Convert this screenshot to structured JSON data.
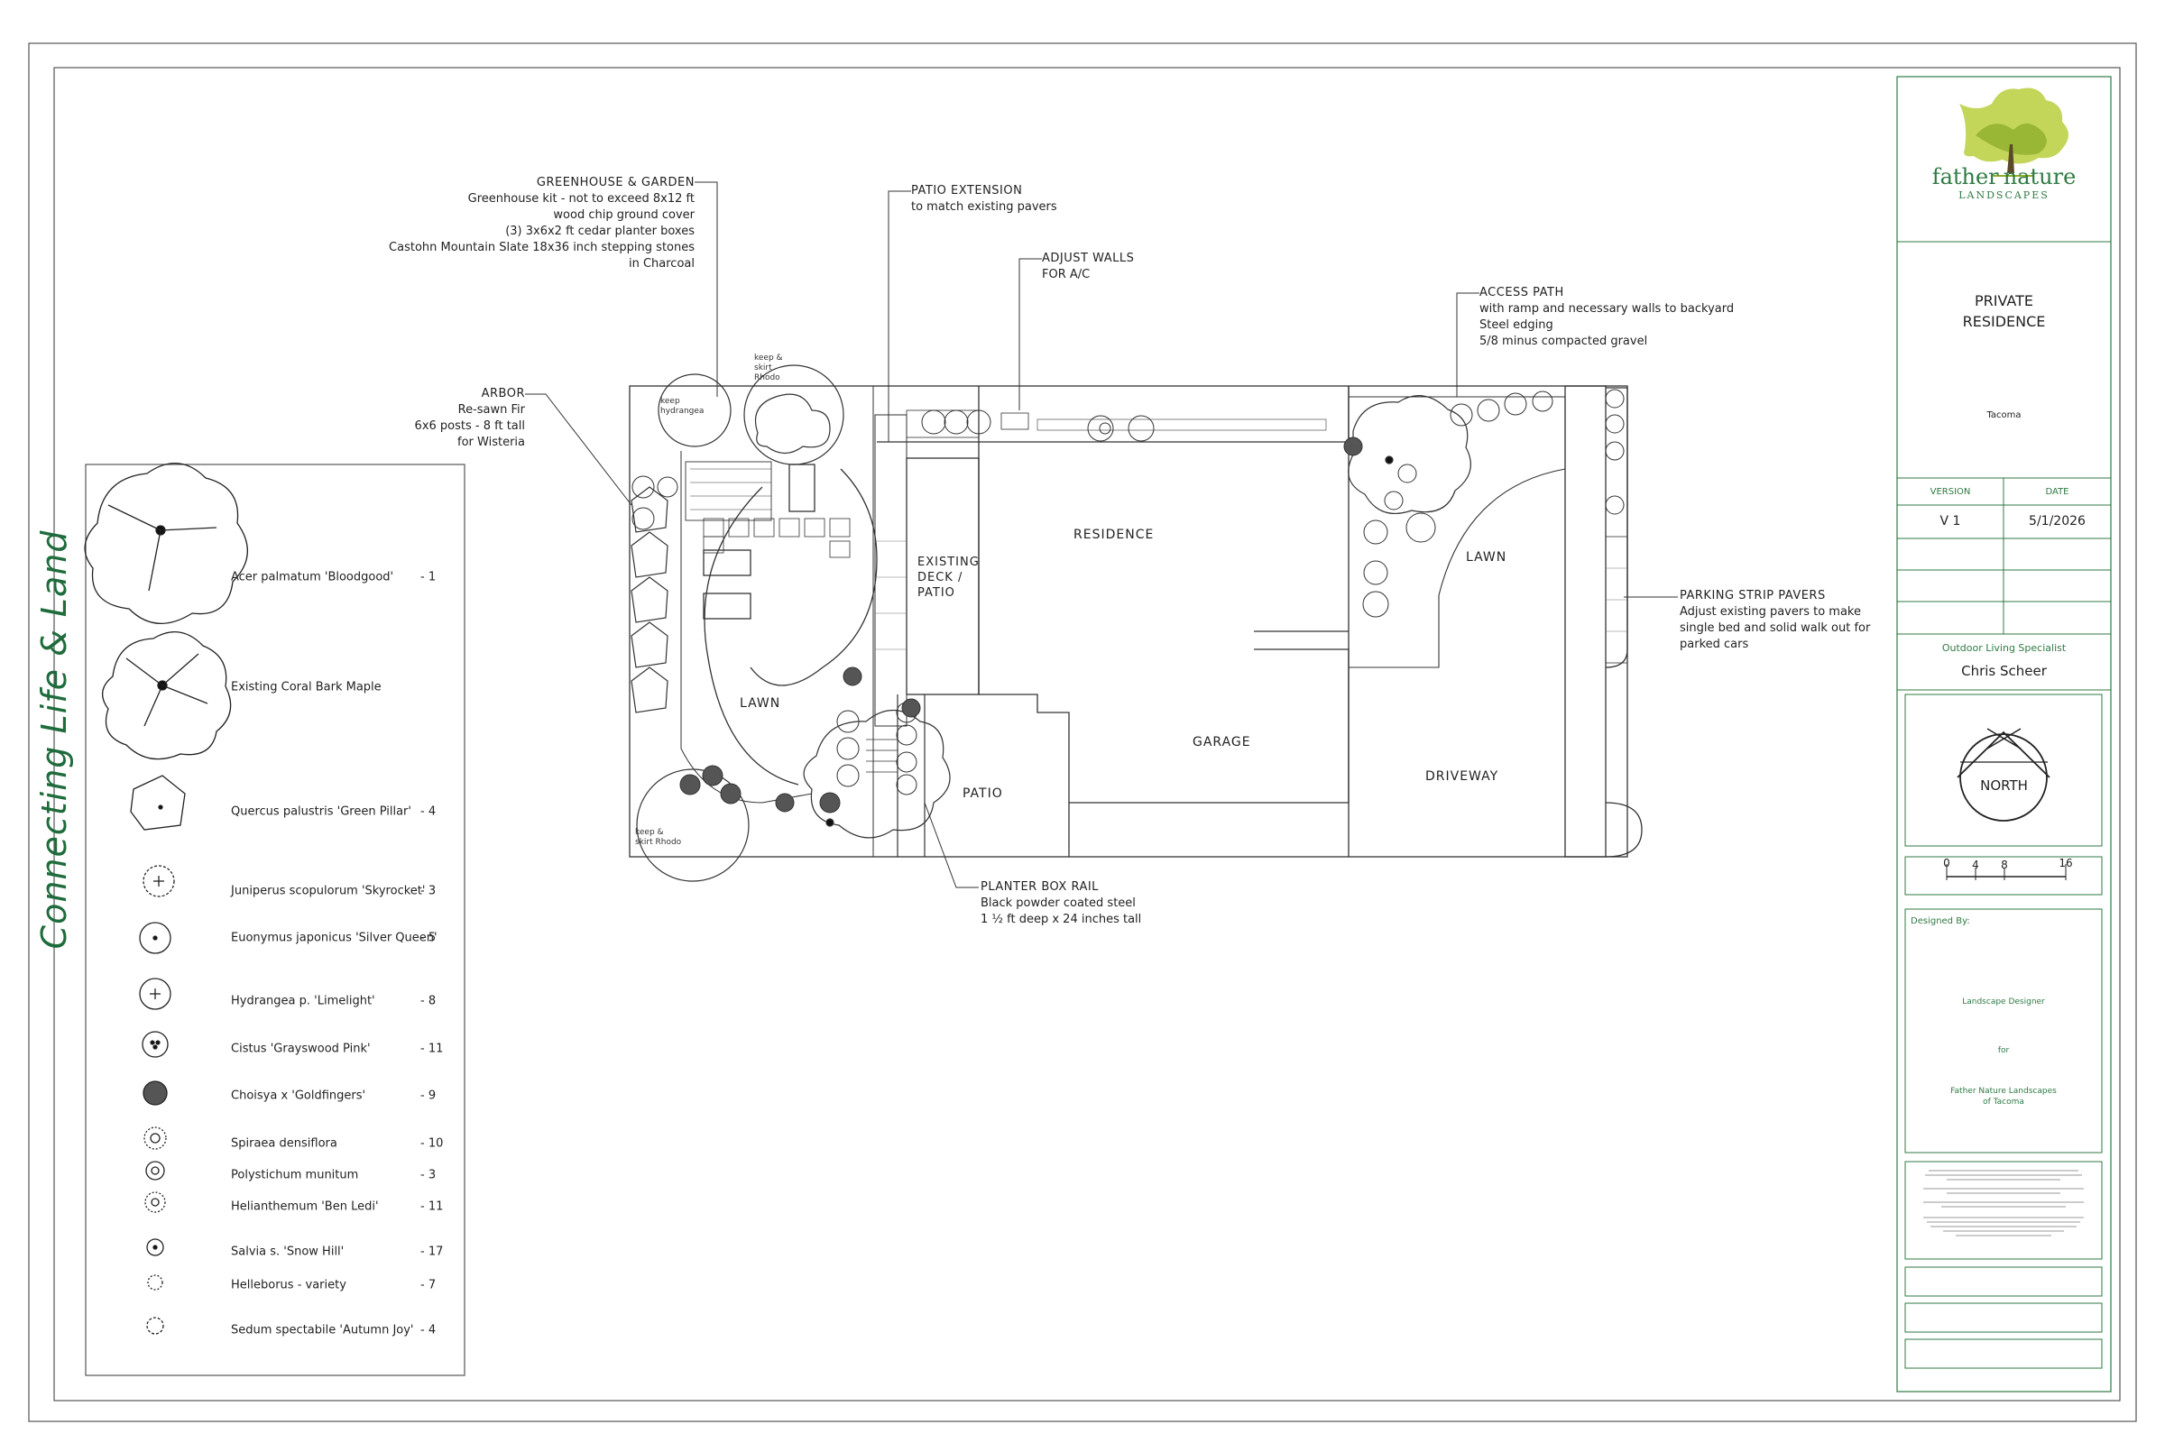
{
  "tagline": "Connecting Life & Land",
  "title_block": {
    "logo_word_1": "father",
    "logo_word_2": "nature",
    "logo_sub": "LANDSCAPES",
    "project_line_1": "PRIVATE",
    "project_line_2": "RESIDENCE",
    "location": "Tacoma",
    "version_header": "VERSION",
    "date_header": "DATE",
    "version": "V 1",
    "date": "5/1/2026",
    "role": "Outdoor Living Specialist",
    "specialist": "Chris Scheer",
    "north": "NORTH",
    "scale_ticks": [
      "0",
      "4",
      "8",
      "16"
    ],
    "designed_by": "Designed By:",
    "designer_role": "Landscape Designer",
    "for": "for",
    "company_line_1": "Father Nature Landscapes",
    "company_line_2": "of Tacoma"
  },
  "legend": [
    {
      "icon": "large-tree-icon",
      "name": "Acer palmatum 'Bloodgood'",
      "count": "- 1"
    },
    {
      "icon": "existing-tree-icon",
      "name": "Existing Coral Bark Maple",
      "count": ""
    },
    {
      "icon": "columnar-tree-icon",
      "name": "Quercus palustris 'Green Pillar'",
      "count": "- 4"
    },
    {
      "icon": "juniper-icon",
      "name": "Juniperus scopulorum 'Skyrocket'",
      "count": "- 3"
    },
    {
      "icon": "shrub-dot-icon",
      "name": "Euonymus japonicus 'Silver Queen'",
      "count": "- 5"
    },
    {
      "icon": "shrub-cross-icon",
      "name": "Hydrangea p. 'Limelight'",
      "count": "- 8"
    },
    {
      "icon": "shrub-tri-icon",
      "name": "Cistus 'Grayswood Pink'",
      "count": "- 11"
    },
    {
      "icon": "dense-shrub-icon",
      "name": "Choisya x 'Goldfingers'",
      "count": "- 9"
    },
    {
      "icon": "spiky-shrub-icon",
      "name": "Spiraea densiflora",
      "count": "- 10"
    },
    {
      "icon": "fern-icon",
      "name": "Polystichum munitum",
      "count": "- 3"
    },
    {
      "icon": "star-shrub-icon",
      "name": "Helianthemum 'Ben Ledi'",
      "count": "- 11"
    },
    {
      "icon": "perennial-dot-icon",
      "name": "Salvia s. 'Snow Hill'",
      "count": "- 17"
    },
    {
      "icon": "hellebore-icon",
      "name": "Helleborus - variety",
      "count": "- 7"
    },
    {
      "icon": "sedum-icon",
      "name": "Sedum spectabile 'Autumn Joy'",
      "count": "- 4"
    }
  ],
  "callouts": {
    "greenhouse": {
      "title": "GREENHOUSE & GARDEN",
      "lines": [
        "Greenhouse kit - not to exceed 8x12 ft",
        "wood chip ground cover",
        "(3) 3x6x2 ft cedar planter boxes",
        "Castohn Mountain Slate 18x36 inch stepping stones",
        "in Charcoal"
      ]
    },
    "patio_ext": {
      "title": "PATIO EXTENSION",
      "lines": [
        "to match existing pavers"
      ]
    },
    "adjust_walls": {
      "title": "ADJUST WALLS",
      "lines": [
        "FOR A/C"
      ]
    },
    "access_path": {
      "title": "ACCESS PATH",
      "lines": [
        "with ramp and necessary walls to backyard",
        "Steel edging",
        "5/8 minus compacted gravel"
      ]
    },
    "arbor": {
      "title": "ARBOR",
      "lines": [
        "Re-sawn Fir",
        "6x6 posts - 8 ft tall",
        "for Wisteria"
      ]
    },
    "parking": {
      "title": "PARKING STRIP PAVERS",
      "lines": [
        "Adjust existing pavers to make",
        "single bed and solid walk out for",
        "parked cars"
      ]
    },
    "planter_rail": {
      "title": "PLANTER BOX RAIL",
      "lines": [
        "Black powder coated steel",
        "1 ½ ft deep x 24 inches tall"
      ]
    }
  },
  "areas": {
    "residence": "RESIDENCE",
    "deck_1": "EXISTING",
    "deck_2": "DECK /",
    "deck_3": "PATIO",
    "lawn_left": "LAWN",
    "lawn_right": "LAWN",
    "garage": "GARAGE",
    "driveway": "DRIVEWAY",
    "patio": "PATIO",
    "keep_skirt_top": "keep & skirt Rhodo",
    "keep_hydrangea": "keep hydrangea",
    "keep_skirt_bottom": "keep & skirt Rhodo"
  }
}
